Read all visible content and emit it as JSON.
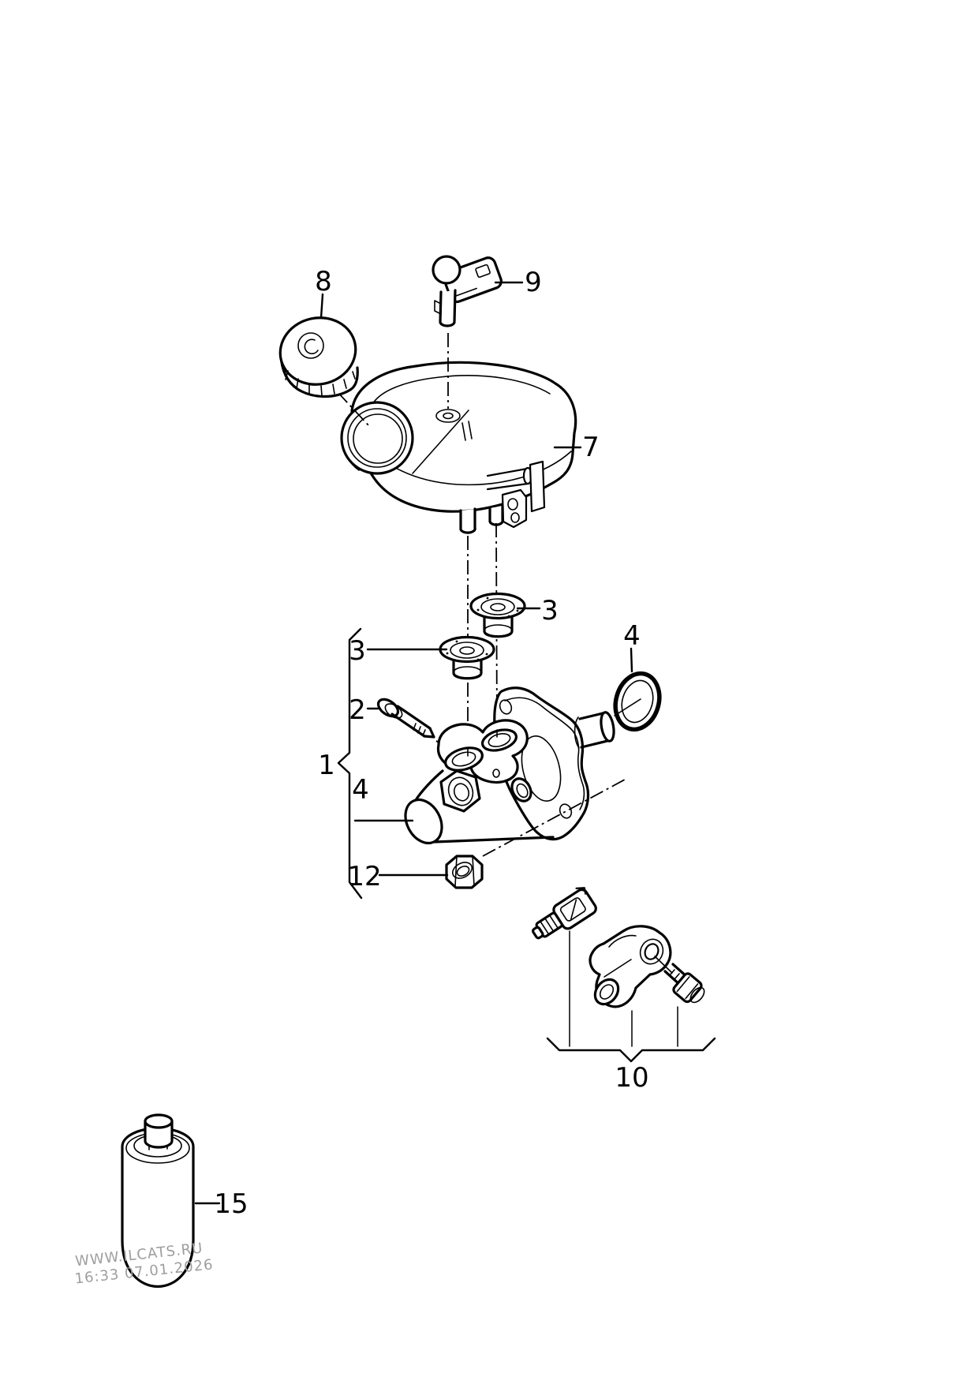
{
  "image": {
    "type": "parts-catalog-exploded-diagram",
    "subject": "brake master cylinder with reservoir",
    "background": "#ffffff",
    "line_color": "#000000"
  },
  "watermark": {
    "site": "WWW.ILCATS.RU",
    "timestamp": "16:33 07.01.2026",
    "color": "#9e9e9e"
  },
  "callouts": {
    "reservoir_cap": "8",
    "level_sensor": "9",
    "reservoir": "7",
    "grommet_upper": "3",
    "grommet_lower": "3",
    "o_ring": "4",
    "bolt": "2",
    "assembly": "1",
    "master_cylinder": "4",
    "nut": "12",
    "sensor_kit": "10",
    "brake_fluid_bottle": "15"
  }
}
